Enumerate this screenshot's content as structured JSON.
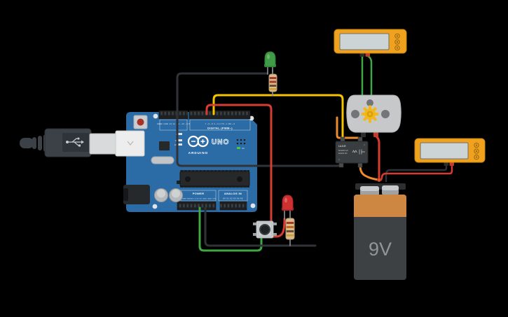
{
  "app": {
    "background": "#000000"
  },
  "colors": {
    "board_blue": "#2c6ca6",
    "wire_red": "#d63c31",
    "wire_green": "#3da844",
    "wire_yellow": "#f5c400",
    "wire_black": "#2f3337",
    "wire_orange": "#ef8b2d",
    "meter_body": "#f0a11d",
    "meter_screen": "#ccd4d6",
    "battery_body": "#3e4144",
    "battery_band": "#cd8742",
    "motor_gray": "#c6c8c9",
    "gear_yellow": "#f2b718",
    "led_green": "#3f9b45",
    "led_red": "#cf3030",
    "resistor_tan": "#d9bb8d",
    "relay_body": "#3a3d3f",
    "pushbutton_gray": "#ccd0d2"
  },
  "arduino": {
    "brand": "ARDUINO",
    "model": "UNO",
    "digital_label": "DIGITAL (PWM~)",
    "power_label": "POWER",
    "analog_label": "ANALOG IN",
    "top_left_pins": "AREF GND 13 12 ~11 ~10 ~9 8",
    "top_right_pins": "7 ~6 ~5 4 ~3 2 TX→1 RX←0",
    "power_pins": "IOREF RESET 3.3V 5V GND GND VIN",
    "analog_pins": "A0 A1 A2 A3 A4 A5",
    "tx_label": "TX",
    "rx_label": "RX",
    "l_label": "L",
    "on_label": "ON"
  },
  "relay": {
    "name": "LU-5-R",
    "rating_line1": "5A/120V AC",
    "rating_line2": "5A/24V DC"
  },
  "battery": {
    "label": "9V"
  }
}
